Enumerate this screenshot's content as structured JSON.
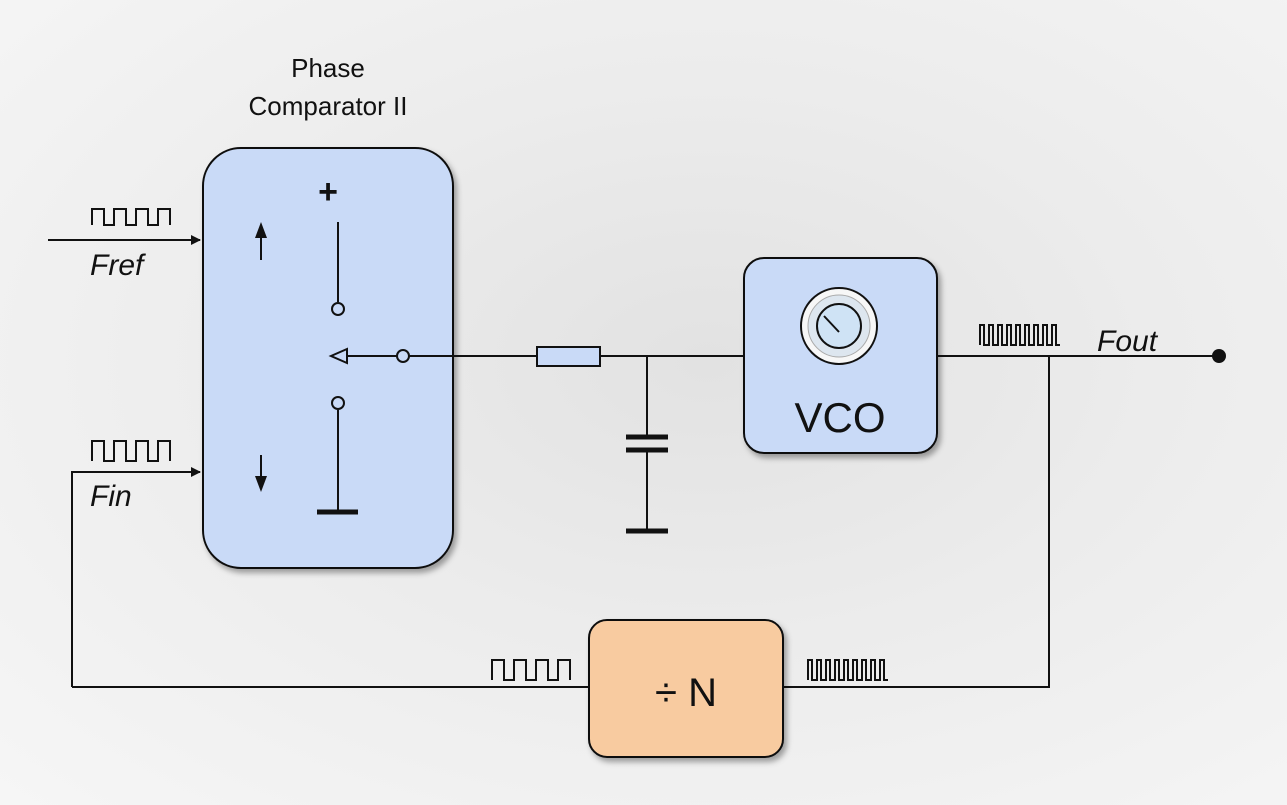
{
  "phase_comparator": {
    "title_line1": "Phase",
    "title_line2": "Comparator II",
    "plus_sign": "+",
    "up_icon": "up-arrow-icon",
    "down_icon": "down-arrow-icon"
  },
  "signals": {
    "fref": "Fref",
    "fin": "Fin",
    "fout": "Fout"
  },
  "vco": {
    "label": "VCO",
    "icon": "dial-knob-icon",
    "fill": "#c9daf7"
  },
  "divider": {
    "label": "÷ N",
    "fill": "#f8cba0"
  },
  "colors": {
    "block_fill": "#c9daf7",
    "stroke": "#111111"
  }
}
